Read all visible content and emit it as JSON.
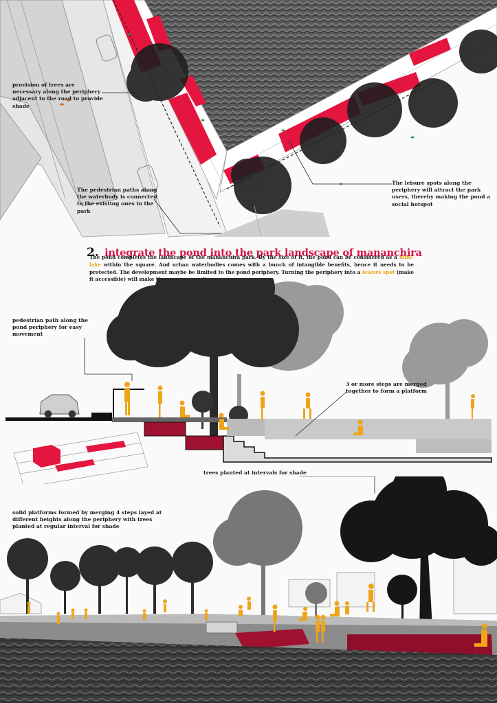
{
  "heading": {
    "number": "2.",
    "title": "integrate the pond into the park landscape of mananchira"
  },
  "body": {
    "part1": "The pond completes the landscape of the mananchira park. By the size of it, the pond can be considered as a",
    "highlight1": "mini-lake",
    "part2": "within the square. And urban waterbodies comes with a bunch of intangible benefits, hence it needs to be protected. The development maybe be limited to the pond periphery. Turning the periphery into a",
    "highlight2": "leisure spot",
    "part3": "(make it accessible) will make the area more active."
  },
  "annotations": {
    "trees_shade": "provision of trees are necessary along the periphery adjacent to the road to provide shade",
    "pedestrian_paths": "The pedestrian paths along the waterbody is connected to the existing ones in the park",
    "leisure_spots": "The leisure spots along the periphery will attract the park users, thereby making the pond a social hotspot",
    "pedestrian_path_section": "pedestrian path along the pond periphery for easy movement",
    "steps_platform": "3 or more steps are merged together to form a platform",
    "trees_intervals": "trees planted at intervals for shade",
    "solid_platforms": "solid platforms formed by merging 4 steps layed at different heights along the periphery with trees planted at regular interval for shade"
  },
  "colors": {
    "accent_red": "#e4163f",
    "platform_red": "#9e1030",
    "figure_orange": "#f0a418",
    "water": "#3d3d3d"
  }
}
